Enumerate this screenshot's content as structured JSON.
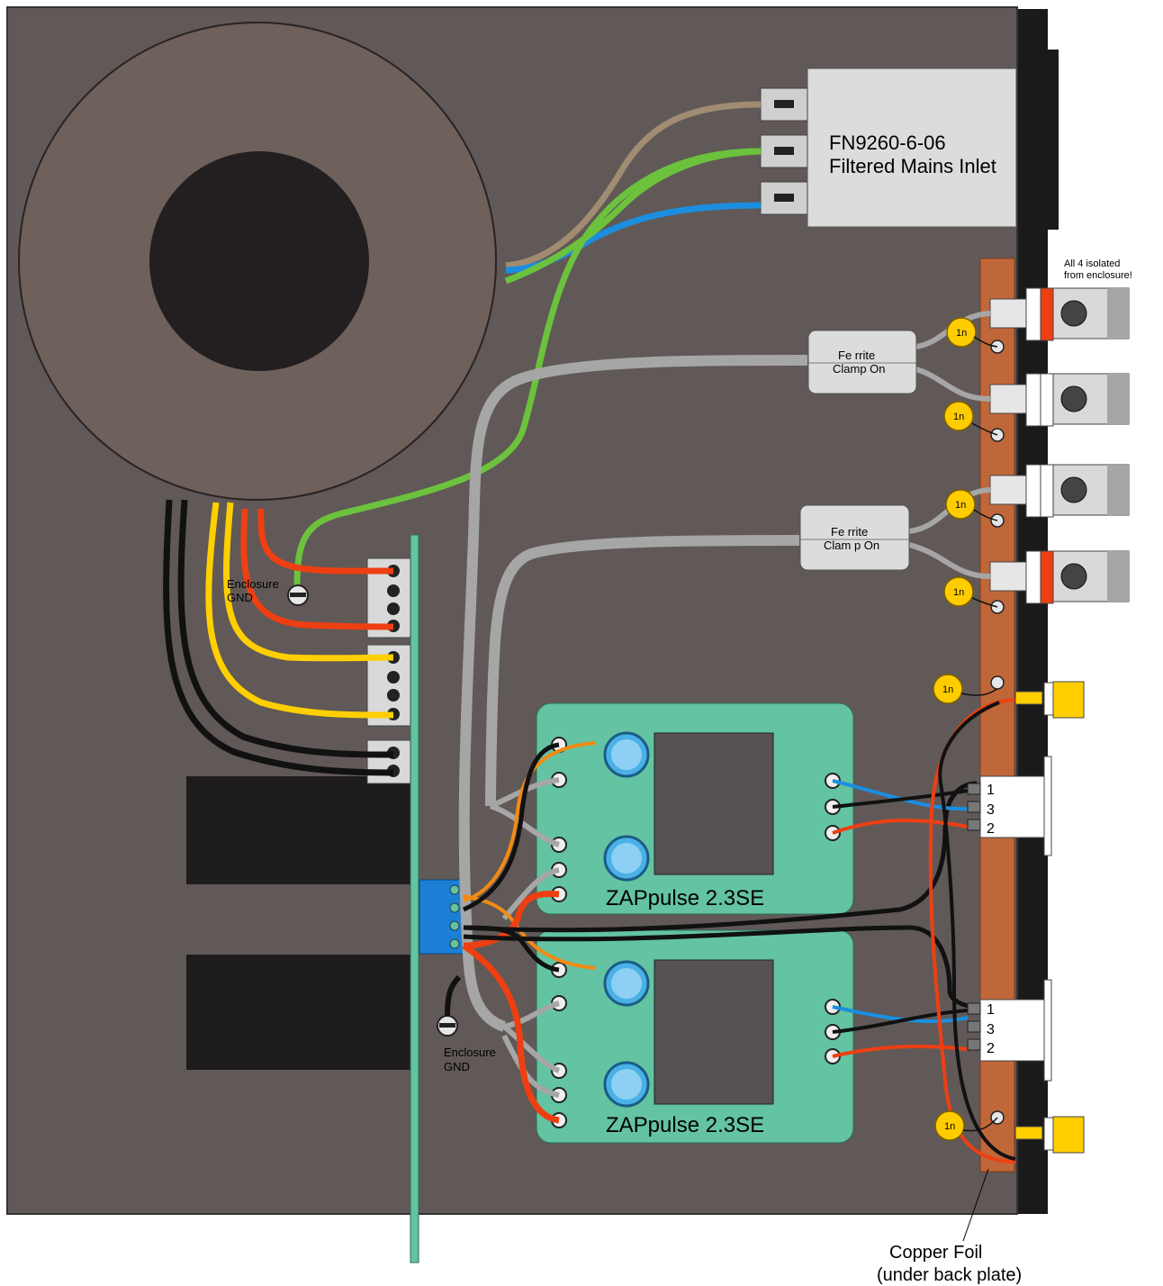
{
  "mains_inlet": {
    "line1": "FN9260-6-06",
    "line2": "Filtered Mains Inlet"
  },
  "isolation_note": {
    "line1": "All 4 isolated",
    "line2": "from enclosure!"
  },
  "ferrite": {
    "line1": "Fe rrite",
    "line2a": "Clamp On",
    "line2b": "Clam p On"
  },
  "capacitor_label": "1n",
  "enclosure_gnd": {
    "line1": "Enclosure",
    "line2": "GND",
    "line1_partial": "Enclosure",
    "line2_partial": "GND"
  },
  "boards": {
    "name": "ZAPpulse 2.3SE"
  },
  "xlr_pins": [
    "1",
    "3",
    "2"
  ],
  "copper_foil": {
    "line1": "Copper Foil",
    "line2": "(under back plate)"
  },
  "colors": {
    "chassis": "#605957",
    "toroid": "#6e605a",
    "toroid_core": "#231f20",
    "board": "#63c3a2",
    "copper": "#c0673a",
    "wire_brown": "#a18c72",
    "wire_blue": "#1b8ee0",
    "wire_green": "#6cc23c",
    "wire_red": "#ee3f12",
    "wire_yellow": "#ffcf00",
    "wire_grey": "#a6a6a6",
    "wire_orange": "#f28a13",
    "cap_yellow": "#ffcc00"
  }
}
